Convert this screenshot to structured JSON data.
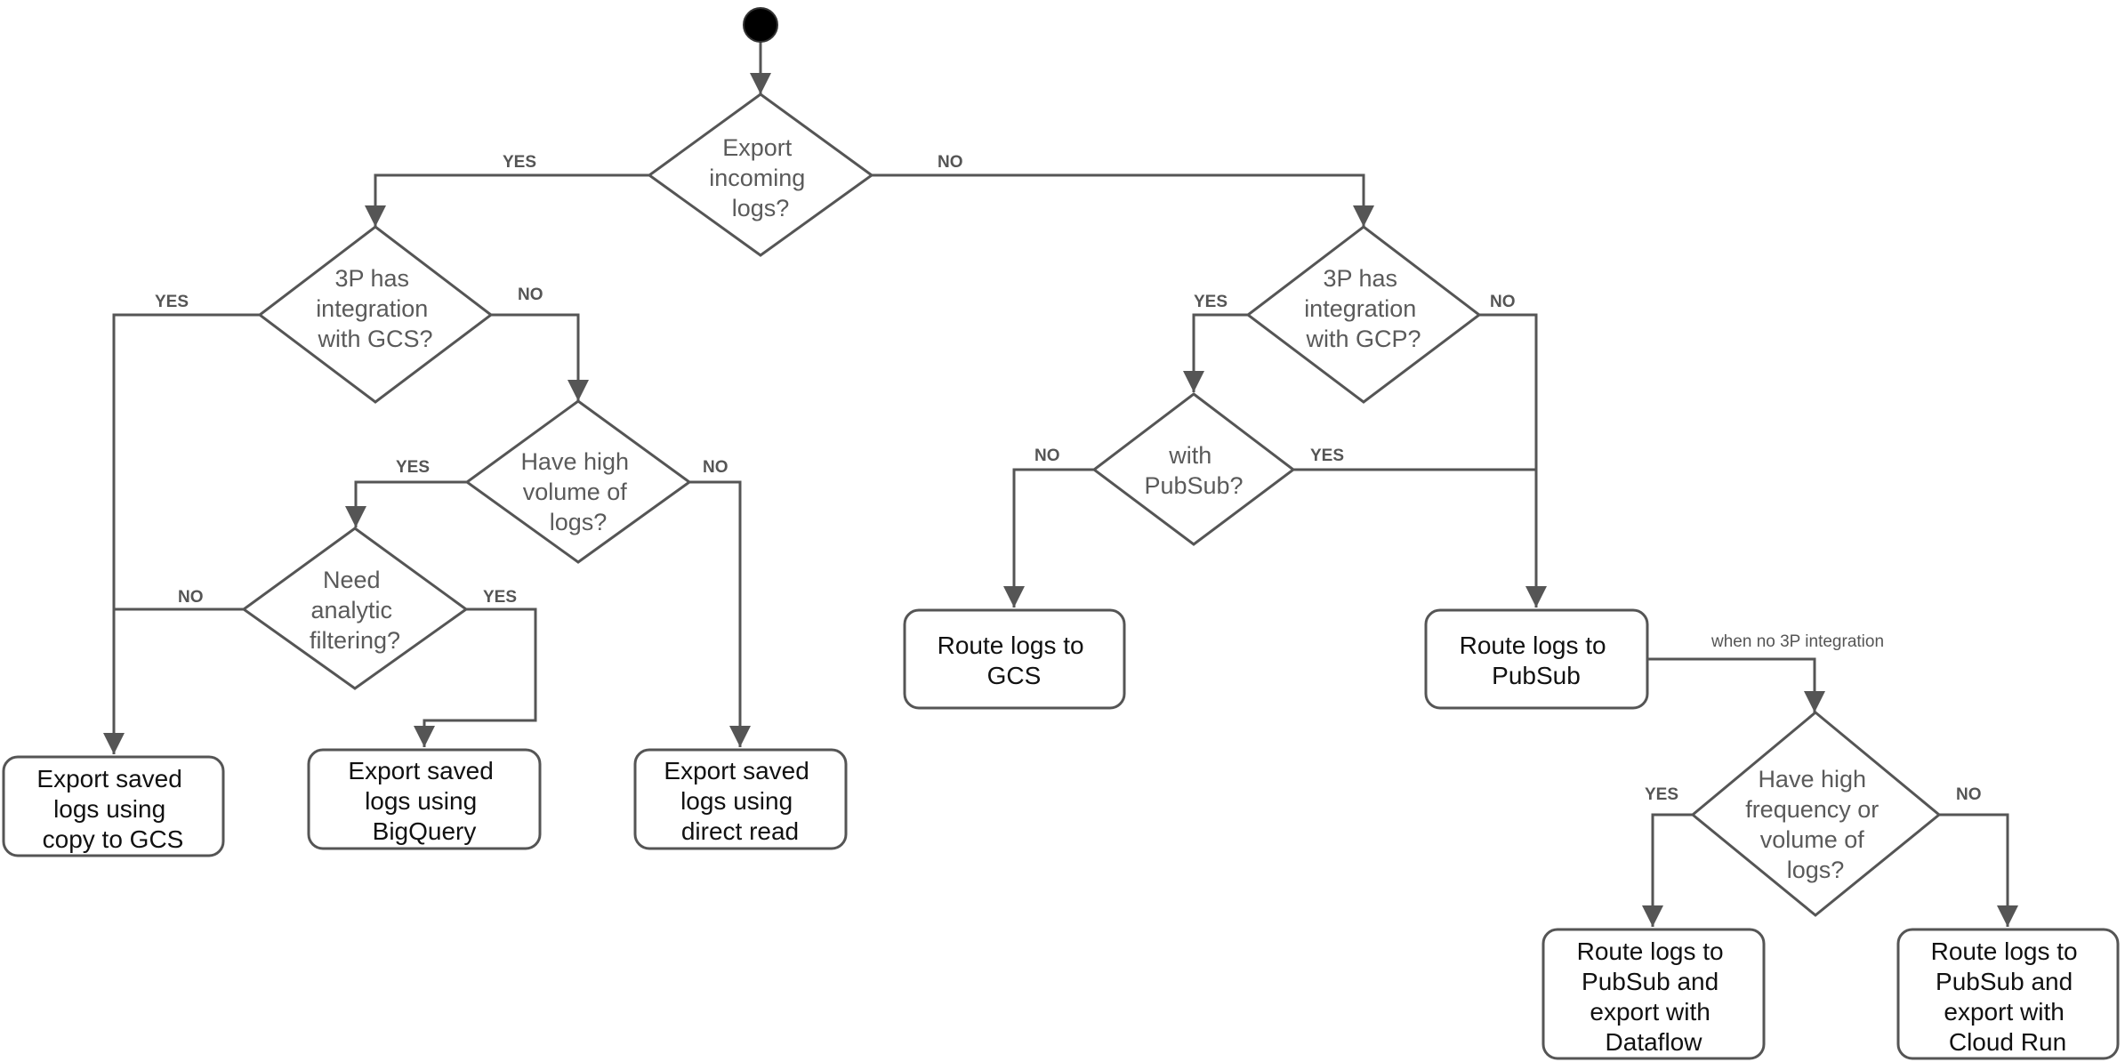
{
  "decisions": {
    "export_incoming": [
      "Export",
      "incoming",
      "logs?"
    ],
    "gcs_integration": [
      "3P has",
      "integration",
      "with GCS?"
    ],
    "high_volume": [
      "Have high",
      "volume of",
      "logs?"
    ],
    "analytic_filtering": [
      "Need",
      "analytic",
      "filtering?"
    ],
    "gcp_integration": [
      "3P has",
      "integration",
      "with GCP?"
    ],
    "with_pubsub": [
      "with",
      "PubSub?"
    ],
    "high_frequency": [
      "Have high",
      "frequency or",
      "volume of",
      "logs?"
    ]
  },
  "outcomes": {
    "copy_to_gcs": [
      "Export saved",
      "logs using",
      "copy to GCS"
    ],
    "bigquery": [
      "Export saved",
      "logs using",
      "BigQuery"
    ],
    "direct_read": [
      "Export saved",
      "logs using",
      "direct read"
    ],
    "route_gcs": [
      "Route logs to",
      "GCS"
    ],
    "route_pubsub": [
      "Route logs to",
      "PubSub"
    ],
    "dataflow": [
      "Route logs to",
      "PubSub and",
      "export with",
      "Dataflow"
    ],
    "cloud_run": [
      "Route logs to",
      "PubSub and",
      "export with",
      "Cloud Run"
    ]
  },
  "edge_labels": {
    "yes": "YES",
    "no": "NO"
  },
  "notes": {
    "no_3p": "when no 3P integration"
  },
  "colors": {
    "stroke": "#555555",
    "start": "#000000"
  }
}
